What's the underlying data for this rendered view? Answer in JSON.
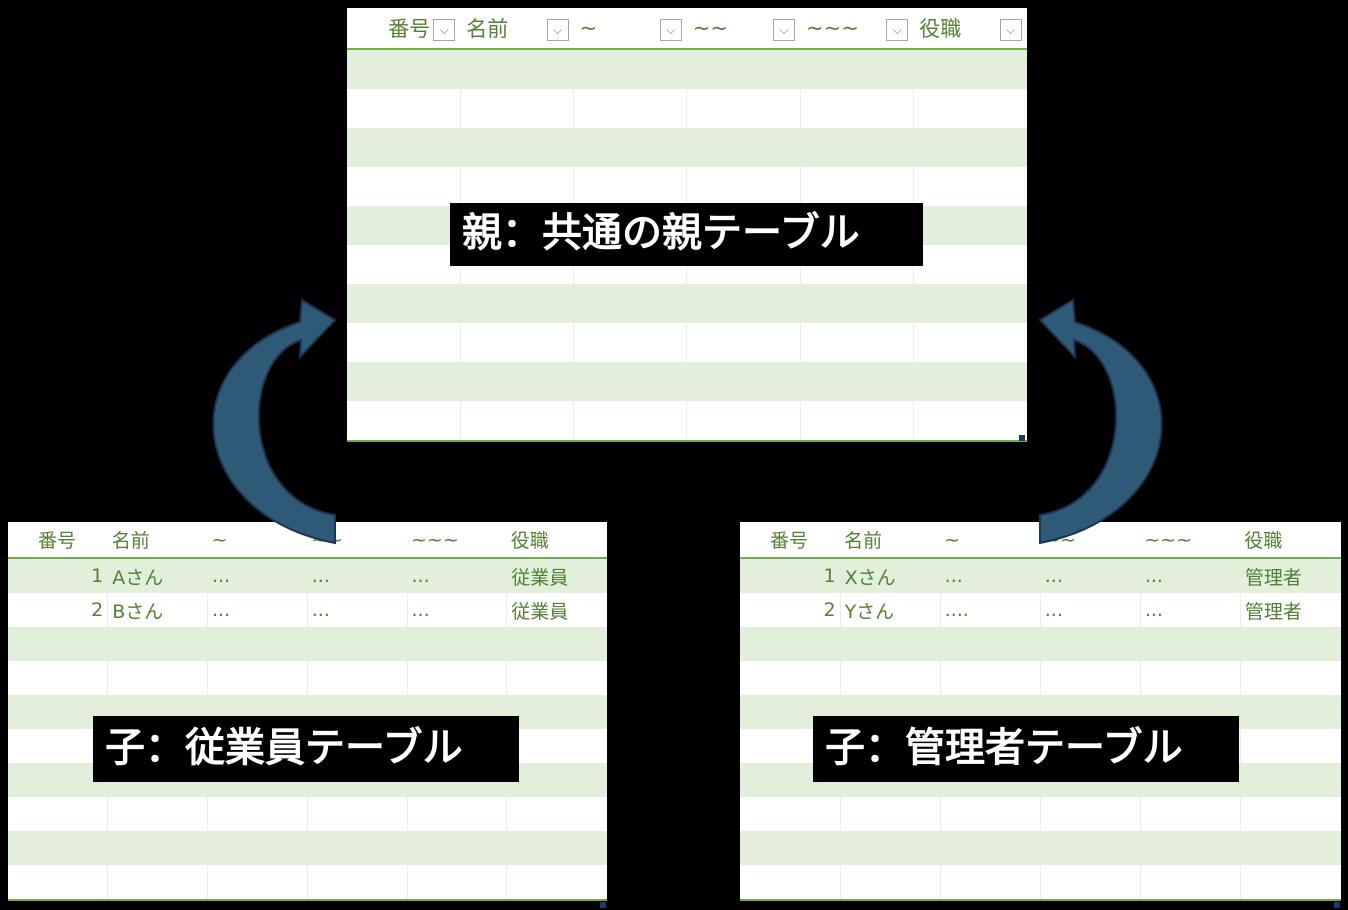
{
  "parent_table": {
    "headers": [
      "番号",
      "名前",
      "~",
      "~~",
      "~~~",
      "役職"
    ],
    "dropdown_icon": "chevron-down-icon",
    "label": "親：共通の親テーブル"
  },
  "employee_table": {
    "headers": [
      "番号",
      "名前",
      "~",
      "~~",
      "~~~",
      "役職"
    ],
    "rows": [
      {
        "id": "1",
        "name": "Aさん",
        "c1": "...",
        "c2": "...",
        "c3": "...",
        "role": "従業員"
      },
      {
        "id": "2",
        "name": "Bさん",
        "c1": "...",
        "c2": "...",
        "c3": "...",
        "role": "従業員"
      }
    ],
    "label": "子：従業員テーブル"
  },
  "manager_table": {
    "headers": [
      "番号",
      "名前",
      "~",
      "~~",
      "~~~",
      "役職"
    ],
    "rows": [
      {
        "id": "1",
        "name": "Xさん",
        "c1": "...",
        "c2": "...",
        "c3": "...",
        "role": "管理者"
      },
      {
        "id": "2",
        "name": "Yさん",
        "c1": "....",
        "c2": "...",
        "c3": "...",
        "role": "管理者"
      }
    ],
    "label": "子：管理者テーブル"
  },
  "colors": {
    "background": "#000000",
    "header_text": "#548235",
    "band": "#e2efda",
    "border": "#70ad47",
    "arrow_fill": "#2e5a78",
    "arrow_stroke": "#1b3550"
  }
}
